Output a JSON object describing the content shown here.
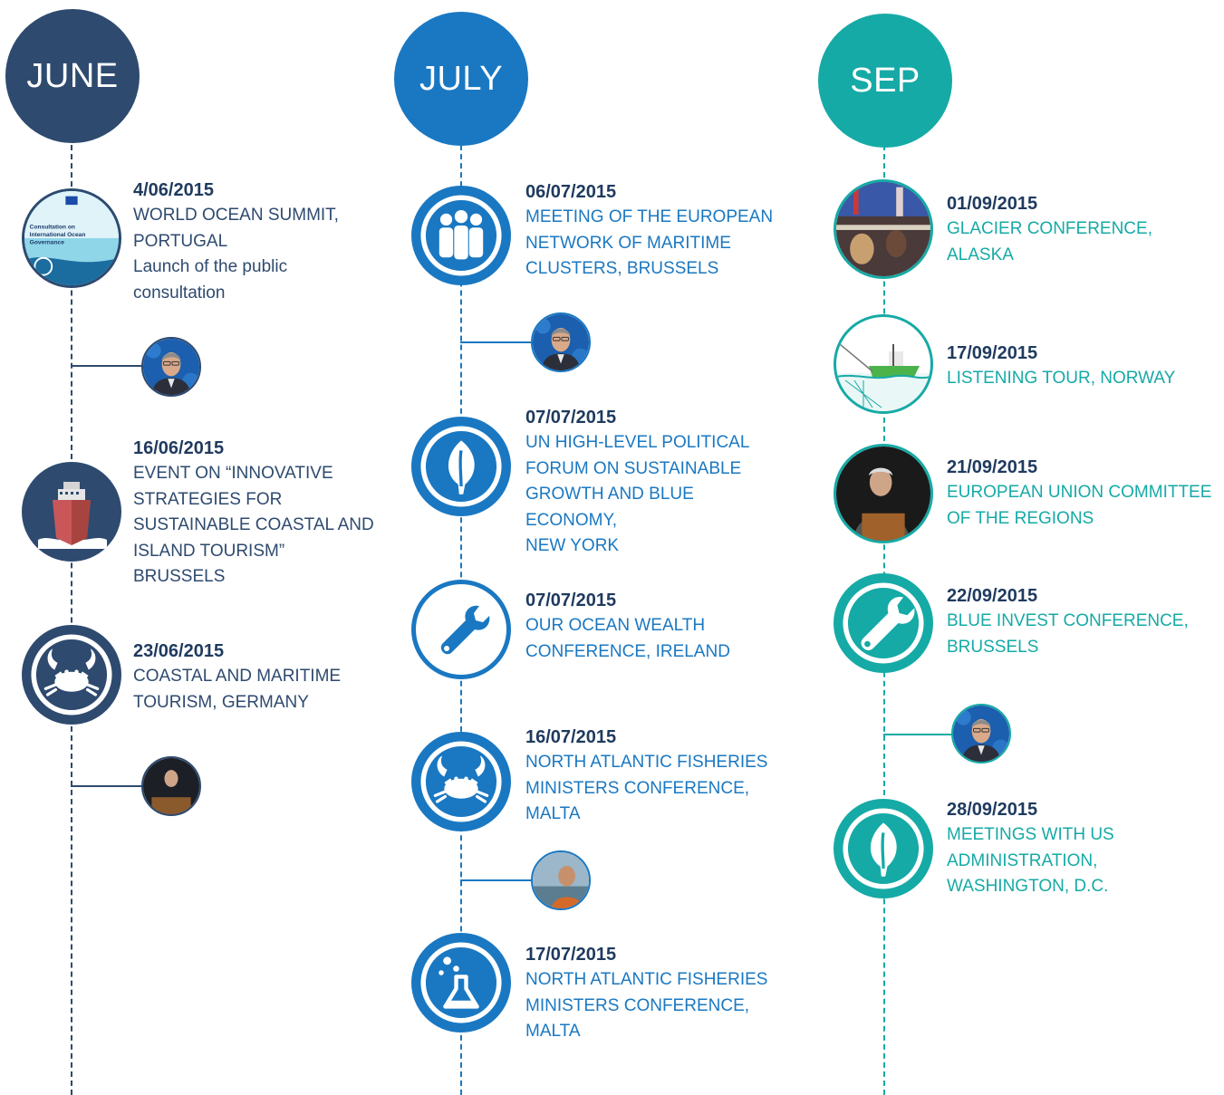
{
  "colors": {
    "june": "#2e4a6f",
    "july": "#1a78c2",
    "sep": "#16aaa6",
    "date": "#1f3a5f"
  },
  "june": {
    "month": "JUNE",
    "events": [
      {
        "date": "4/06/2015",
        "desc": "WORLD OCEAN SUMMIT,\nPORTUGAL\nLaunch of the public\nconsultation",
        "icon": "consultation-image"
      },
      {
        "date": "16/06/2015",
        "desc": "EVENT ON “INNOVATIVE\nSTRATEGIES FOR\nSUSTAINABLE COASTAL AND\nISLAND TOURISM”\nBRUSSELS",
        "icon": "ship-icon"
      },
      {
        "date": "23/06/2015",
        "desc": "COASTAL AND MARITIME\nTOURISM, GERMANY",
        "icon": "crab-icon"
      }
    ],
    "consultation_label": "Consultation on\nInternational Ocean\nGovernance"
  },
  "july": {
    "month": "JULY",
    "events": [
      {
        "date": "06/07/2015",
        "desc": "MEETING OF THE EUROPEAN\nNETWORK OF MARITIME\nCLUSTERS, BRUSSELS",
        "icon": "people-icon"
      },
      {
        "date": "07/07/2015",
        "desc": "UN HIGH-LEVEL POLITICAL\nFORUM ON SUSTAINABLE\nGROWTH AND BLUE ECONOMY,\nNEW YORK",
        "icon": "leaf-icon"
      },
      {
        "date": "07/07/2015",
        "desc": "OUR OCEAN WEALTH\nCONFERENCE, IRELAND",
        "icon": "wrench-icon"
      },
      {
        "date": "16/07/2015",
        "desc": "NORTH ATLANTIC FISHERIES\nMINISTERS CONFERENCE,\nMALTA",
        "icon": "crab-icon"
      },
      {
        "date": "17/07/2015",
        "desc": "NORTH ATLANTIC FISHERIES\nMINISTERS CONFERENCE, MALTA",
        "icon": "flask-icon"
      }
    ]
  },
  "sep": {
    "month": "SEP",
    "events": [
      {
        "date": "01/09/2015",
        "desc": "GLACIER CONFERENCE,\nALASKA",
        "icon": "conference-photo"
      },
      {
        "date": "17/09/2015",
        "desc": "LISTENING TOUR, NORWAY",
        "icon": "fishing-boat-icon"
      },
      {
        "date": "21/09/2015",
        "desc": "EUROPEAN UNION COMMITTEE\nOF THE REGIONS",
        "icon": "speaker-photo"
      },
      {
        "date": "22/09/2015",
        "desc": "BLUE INVEST CONFERENCE,\nBRUSSELS",
        "icon": "wrench-icon"
      },
      {
        "date": "28/09/2015",
        "desc": "MEETINGS WITH US\nADMINISTRATION,\nWASHINGTON, D.C.",
        "icon": "leaf-icon"
      }
    ]
  }
}
